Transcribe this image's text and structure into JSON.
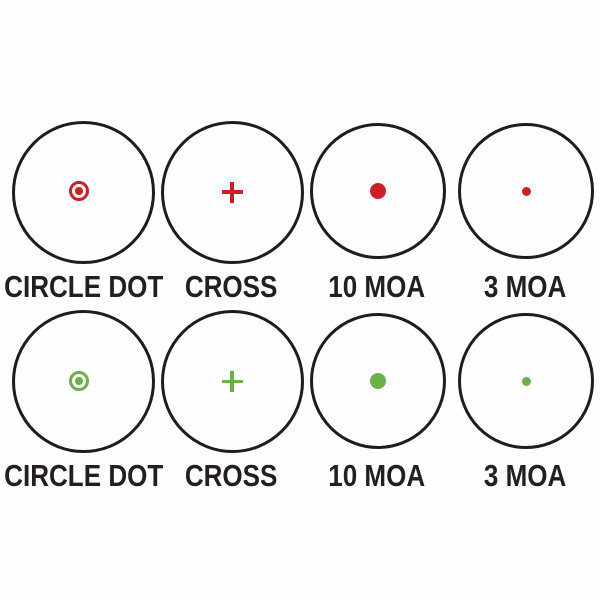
{
  "colors": {
    "background": "#FEFEFE",
    "outline": "#1D1D1B",
    "text": "#231F20",
    "red": "#CB2026",
    "green": "#6BB04A"
  },
  "rows": [
    {
      "color_name": "red",
      "color": "#CB2026",
      "scopes": [
        {
          "label": "CIRCLE DOT",
          "reticle": "circle-dot"
        },
        {
          "label": "CROSS",
          "reticle": "cross"
        },
        {
          "label": "10 MOA",
          "reticle": "dot-large"
        },
        {
          "label": "3 MOA",
          "reticle": "dot-small"
        }
      ]
    },
    {
      "color_name": "green",
      "color": "#6BB04A",
      "scopes": [
        {
          "label": "CIRCLE DOT",
          "reticle": "circle-dot"
        },
        {
          "label": "CROSS",
          "reticle": "cross"
        },
        {
          "label": "10 MOA",
          "reticle": "dot-large"
        },
        {
          "label": "3 MOA",
          "reticle": "dot-small"
        }
      ]
    }
  ]
}
